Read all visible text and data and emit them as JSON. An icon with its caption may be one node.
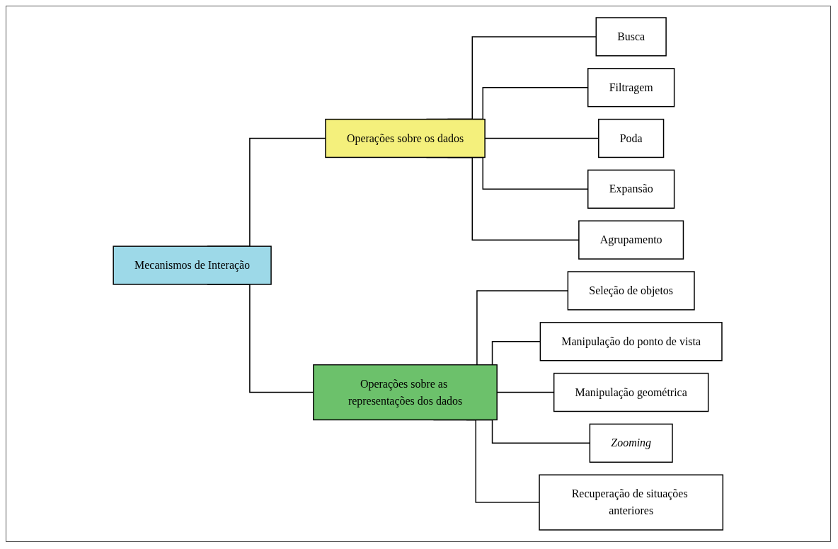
{
  "diagram": {
    "nodes": [
      {
        "text": [
          "Mecanismos de Interação"
        ]
      },
      {
        "text": [
          "Operações sobre os dados"
        ]
      },
      {
        "text": [
          "Busca"
        ]
      },
      {
        "text": [
          "Filtragem"
        ]
      },
      {
        "text": [
          "Poda"
        ]
      },
      {
        "text": [
          "Expansão"
        ]
      },
      {
        "text": [
          "Agrupamento"
        ]
      },
      {
        "text": [
          "Operações sobre as representações dos dados"
        ]
      },
      {
        "text": [
          "Seleção de objetos"
        ]
      },
      {
        "text": [
          "Manipulação do ponto de vista"
        ]
      },
      {
        "text": [
          "Manipulação geométrica"
        ]
      },
      {
        "text": [
          "Zooming"
        ]
      },
      {
        "text": [
          "Recuperação de situações anteriores"
        ]
      }
    ],
    "edges": [
      {
        "from": 0,
        "to": 1,
        "arrow": "none"
      },
      {
        "from": 0,
        "to": 7,
        "arrow": "none"
      },
      {
        "from": 1,
        "to": 2,
        "arrow": "none"
      },
      {
        "from": 1,
        "to": 3,
        "arrow": "none"
      },
      {
        "from": 1,
        "to": 4,
        "arrow": "none"
      },
      {
        "from": 1,
        "to": 5,
        "arrow": "none"
      },
      {
        "from": 1,
        "to": 6,
        "arrow": "none"
      },
      {
        "from": 7,
        "to": 8,
        "arrow": "none"
      },
      {
        "from": 7,
        "to": 9,
        "arrow": "none"
      },
      {
        "from": 7,
        "to": 10,
        "arrow": "none"
      },
      {
        "from": 7,
        "to": 11,
        "arrow": "none"
      },
      {
        "from": 7,
        "to": 12,
        "arrow": "none"
      }
    ]
  }
}
